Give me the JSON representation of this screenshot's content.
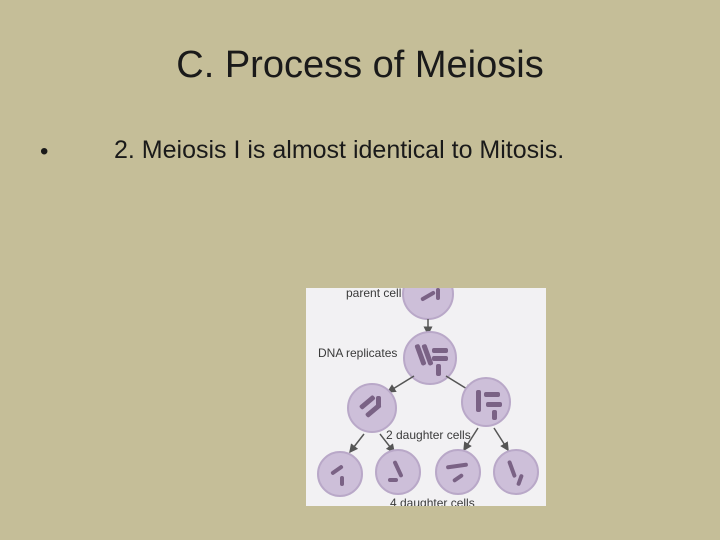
{
  "slide": {
    "title": "C. Process of Meiosis",
    "bullets": [
      {
        "marker": "•",
        "text": "2. Meiosis I is almost identical to Mitosis."
      }
    ]
  },
  "figure": {
    "labels": {
      "parent": "parent cell",
      "replicate": "DNA replicates",
      "two": "2 daughter cells",
      "four": "4 daughter cells"
    },
    "colors": {
      "cell_fill": "#cdbfd9",
      "cell_stroke": "#b9a8c8",
      "chromosome": "#7a6285",
      "arrow": "#555555"
    }
  }
}
